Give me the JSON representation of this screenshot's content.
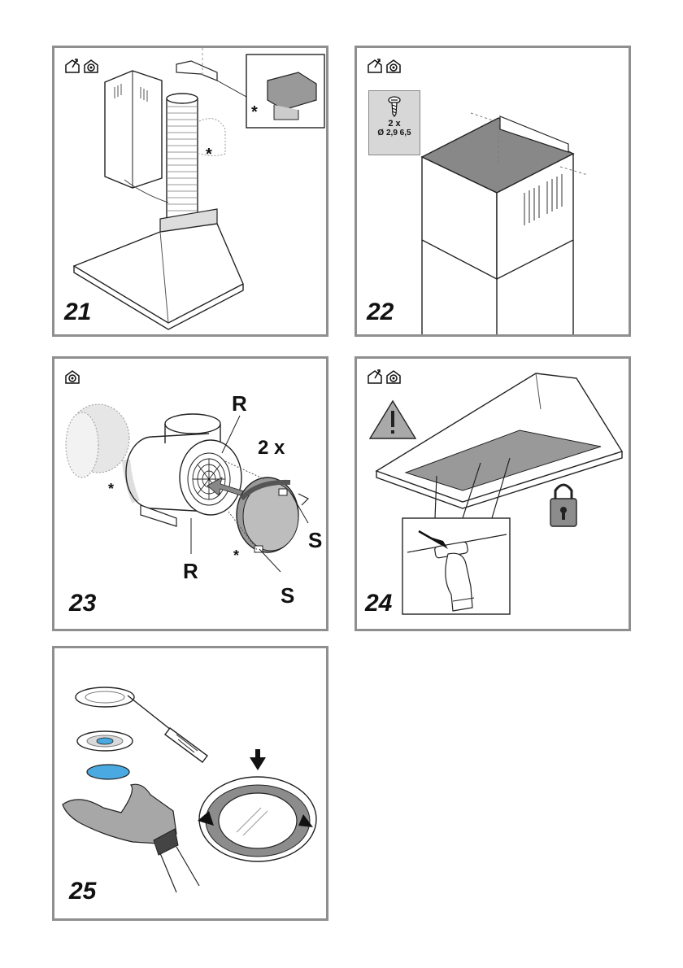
{
  "figures": [
    {
      "number": "21",
      "labels": {
        "asterisk": "*"
      }
    },
    {
      "number": "22",
      "screw_box": {
        "qty": "2 x",
        "size": "Ø 2,9 6,5"
      }
    },
    {
      "number": "23",
      "labels": {
        "r": "R",
        "s": "S",
        "qty": "2 x",
        "asterisk": "*"
      }
    },
    {
      "number": "24"
    },
    {
      "number": "25"
    }
  ],
  "icons": [
    "ducted-mode-icon",
    "recirculation-mode-icon",
    "warning-icon",
    "padlock-icon",
    "screwdriver-icon"
  ],
  "colors": {
    "border": "#8f8f8f",
    "filter_blue": "#4aa9e0",
    "hood_gray": "#8c8c8c",
    "warning_gray": "#a9a9a9"
  }
}
